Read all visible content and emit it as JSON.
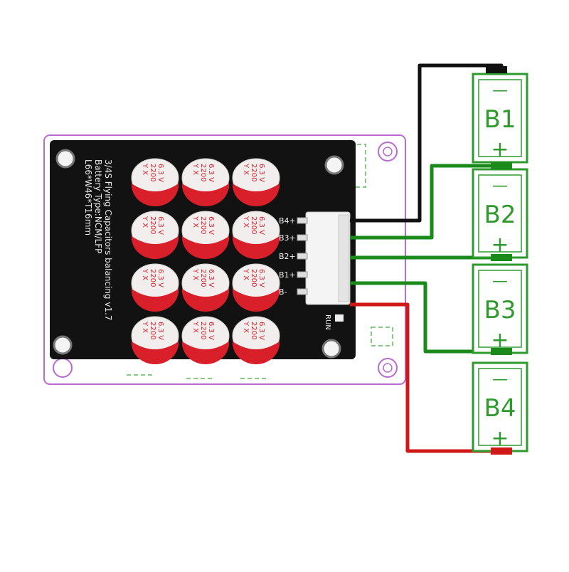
{
  "board": {
    "silk_lines": [
      "3/4S Flying Capacitors balancing v1.7",
      "Battery Type:NCM/LFP",
      "L66*W46*T16mm"
    ],
    "run_label": "RUN",
    "colors": {
      "pcb": "#121212",
      "outline": "#b86bd0",
      "cap_top": "#f2eeee",
      "cap_band": "#d81f2a",
      "connector": "#f4f4f4"
    }
  },
  "capacitor": {
    "brand": "Y X",
    "capacitance": "2200",
    "voltage": "6.3 V"
  },
  "connector_pins": [
    "B4+",
    "B3+",
    "B2+",
    "B1+",
    "B-"
  ],
  "batteries": [
    {
      "label": "B1",
      "minus": "—",
      "plus": "+"
    },
    {
      "label": "B2",
      "minus": "—",
      "plus": "+"
    },
    {
      "label": "B3",
      "minus": "—",
      "plus": "+"
    },
    {
      "label": "B4",
      "minus": "—",
      "plus": "+"
    }
  ],
  "wire_colors": {
    "b4_plus": "#111111",
    "balance": "#1a8a1a",
    "b_minus": "#d01818"
  },
  "battery_color": "#2e9a2e"
}
